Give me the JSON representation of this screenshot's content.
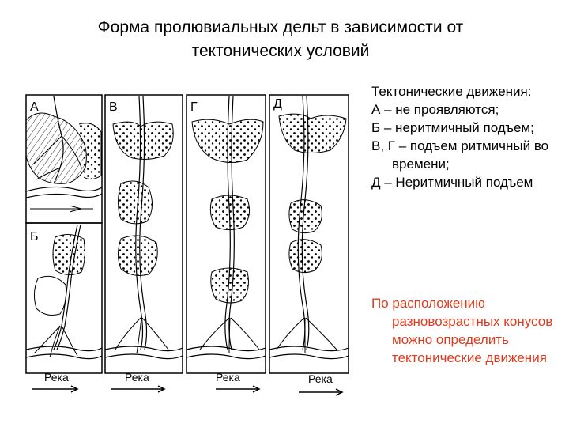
{
  "title_line1": "Форма пролювиальных дельт в зависимости от",
  "title_line2": "тектонических условий",
  "panels": {
    "a": "А",
    "b": "Б",
    "v": "В",
    "g": "Г",
    "d": "Д",
    "reka": "Река"
  },
  "legend": [
    "Тектонические движения:",
    "А – не проявляются;",
    "Б – неритмичный подъем;",
    "В, Г – подъем ритмичный во времени;",
    "Д – Неритмичный подъем"
  ],
  "note": "По расположению разновозрастных конусов можно определить тектонические движения",
  "colors": {
    "note": "#e03a1e",
    "line": "#000000"
  }
}
